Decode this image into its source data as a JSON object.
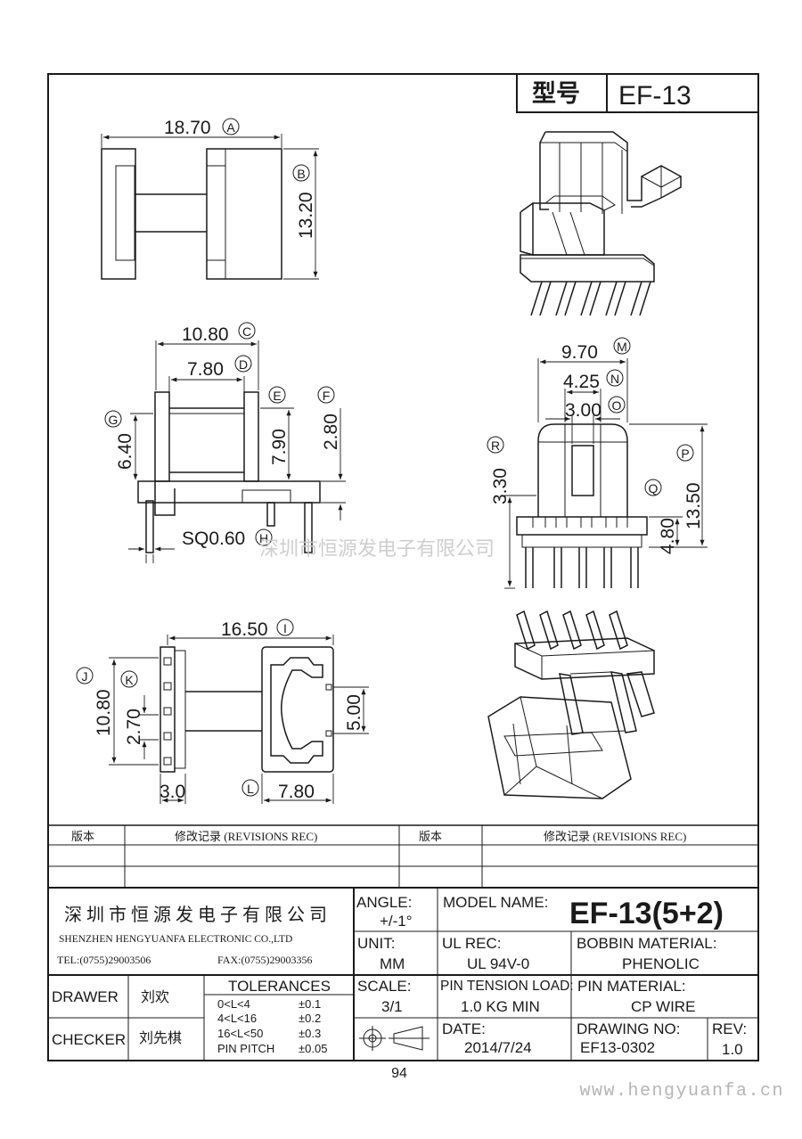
{
  "header": {
    "type_label": "型号",
    "type_value": "EF-13"
  },
  "dimensions": {
    "a": "18.70",
    "a_mark": "A",
    "b": "13.20",
    "b_mark": "B",
    "c": "10.80",
    "c_mark": "C",
    "d": "7.80",
    "d_mark": "D",
    "e_mark": "E",
    "e": "7.90",
    "f_mark": "F",
    "f": "2.80",
    "g_mark": "G",
    "g": "6.40",
    "h": "SQ0.60",
    "h_mark": "H",
    "m": "9.70",
    "m_mark": "M",
    "n": "4.25",
    "n_mark": "N",
    "o": "3.00",
    "o_mark": "O",
    "r_mark": "R",
    "r": "3.30",
    "p": "13.50",
    "p_mark": "P",
    "q_mark": "Q",
    "q": "4.80",
    "i": "16.50",
    "i_mark": "I",
    "j_mark": "J",
    "j": "10.80",
    "k_mark": "K",
    "k": "2.70",
    "s": "5.00",
    "l1": "3.0",
    "l_mark": "L",
    "l2": "7.80"
  },
  "watermark": "深圳市恒源发电子有限公司",
  "revisions": {
    "col1": "版本",
    "col2": "修改记录 (REVISIONS REC)",
    "col3": "版本",
    "col4": "修改记录 (REVISIONS REC)"
  },
  "company": {
    "name_cn": "深圳市恒源发电子有限公司",
    "name_en": "SHENZHEN HENGYUANFA ELECTRONIC CO.,LTD",
    "tel": "TEL:(0755)29003506",
    "fax": "FAX:(0755)29003356"
  },
  "titleblock": {
    "angle_label": "ANGLE:",
    "angle_value": "+/-1°",
    "model_label": "MODEL NAME:",
    "model_value": "EF-13(5+2)",
    "unit_label": "UNIT:",
    "unit_value": "MM",
    "ul_label": "UL REC:",
    "ul_value": "UL 94V-0",
    "bobbin_label": "BOBBIN MATERIAL:",
    "bobbin_value": "PHENOLIC",
    "drawer_label": "DRAWER",
    "drawer_value": "刘欢",
    "tolerances_label": "TOLERANCES",
    "tol": [
      {
        "range": "0<L<4",
        "value": "±0.1"
      },
      {
        "range": "4<L<16",
        "value": "±0.2"
      },
      {
        "range": "16<L<50",
        "value": "±0.3"
      },
      {
        "range": "PIN PITCH",
        "value": "±0.05"
      }
    ],
    "scale_label": "SCALE:",
    "scale_value": "3/1",
    "pin_tension_label": "PIN TENSION LOAD:",
    "pin_tension_value": "1.0 KG MIN",
    "pin_material_label": "PIN MATERIAL:",
    "pin_material_value": "CP WIRE",
    "checker_label": "CHECKER",
    "checker_value": "刘先棋",
    "date_label": "DATE:",
    "date_value": "2014/7/24",
    "drawing_label": "DRAWING NO:",
    "drawing_value": "EF13-0302",
    "rev_label": "REV:",
    "rev_value": "1.0"
  },
  "page_number": "94",
  "footer_url": "www.hengyuanfa.cn"
}
